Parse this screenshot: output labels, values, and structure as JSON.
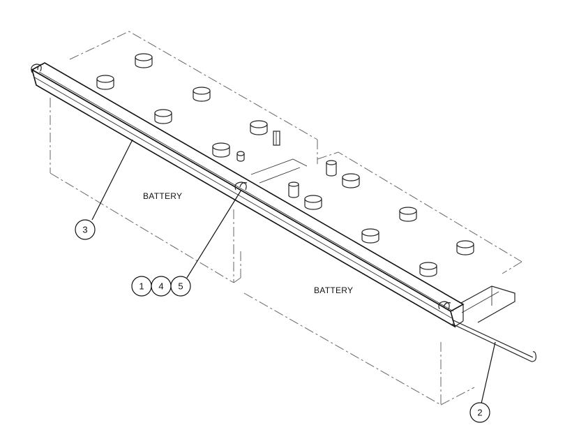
{
  "diagram": {
    "labels": {
      "battery_left": "BATTERY",
      "battery_right": "BATTERY"
    },
    "callouts": [
      {
        "id": "callout-3",
        "number": "3"
      },
      {
        "id": "callout-1",
        "number": "1"
      },
      {
        "id": "callout-4",
        "number": "4"
      },
      {
        "id": "callout-5",
        "number": "5"
      },
      {
        "id": "callout-2",
        "number": "2"
      }
    ]
  }
}
